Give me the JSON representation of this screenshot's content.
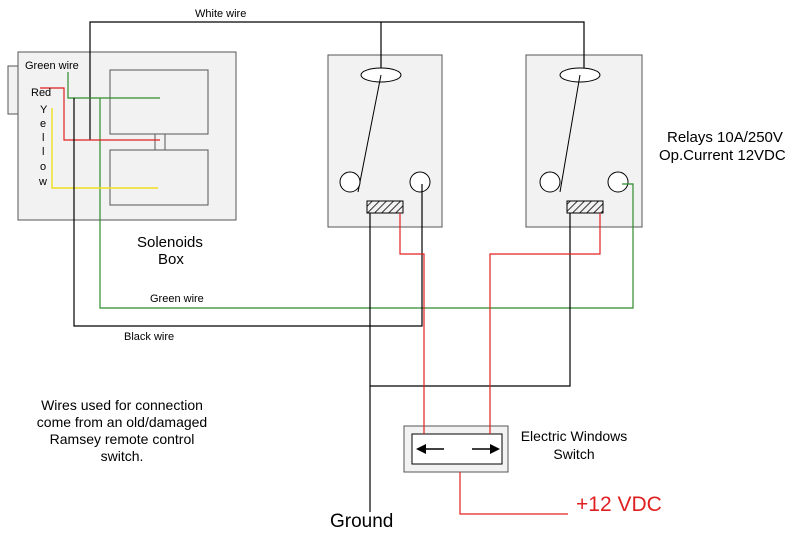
{
  "colors": {
    "box_fill": "#f2f2f2",
    "box_stroke": "#555555",
    "wire_black": "#000000",
    "wire_green": "#2e8b2e",
    "wire_red": "#e02020",
    "wire_yellow": "#f0e020",
    "voltage_text": "#e02020"
  },
  "labels": {
    "white_wire": "White wire",
    "green_wire_top": "Green wire",
    "red": "Red",
    "yellow_letters": [
      "Y",
      "e",
      "l",
      "l",
      "o",
      "w"
    ],
    "solenoids_box_line1": "Solenoids",
    "solenoids_box_line2": "Box",
    "relays_line1": "Relays 10A/250V",
    "relays_line2": "Op.Current 12VDC",
    "green_wire_bottom": "Green wire",
    "black_wire": "Black wire",
    "note_line1": "Wires used for connection",
    "note_line2": "come from an old/damaged",
    "note_line3": "Ramsey remote control",
    "note_line4": "switch.",
    "switch_line1": "Electric Windows",
    "switch_line2": "Switch",
    "ground": "Ground",
    "voltage": "+12 VDC"
  },
  "icons": {
    "switch_left_arrow": "arrow-left-icon",
    "switch_right_arrow": "arrow-right-icon"
  }
}
